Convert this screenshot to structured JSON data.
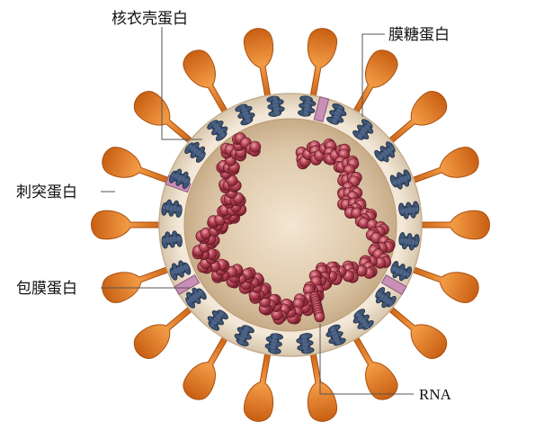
{
  "labels": {
    "nucleocapsid": "核衣壳蛋白",
    "membrane_glyco": "膜糖蛋白",
    "spike": "刺突蛋白",
    "envelope": "包膜蛋白",
    "rna": "RNA"
  },
  "colors": {
    "background": "#ffffff",
    "spike": "#e07a1f",
    "spike_dark": "#c8600d",
    "envelope_ring": "#efe2cf",
    "envelope_ring_edge": "#c9b69a",
    "interior": "#d9c2a4",
    "interior_center": "#f3e6d2",
    "membrane_protein": "#3b4f6e",
    "envelope_protein": "#c98fb7",
    "rna": "#a83245"
  }
}
